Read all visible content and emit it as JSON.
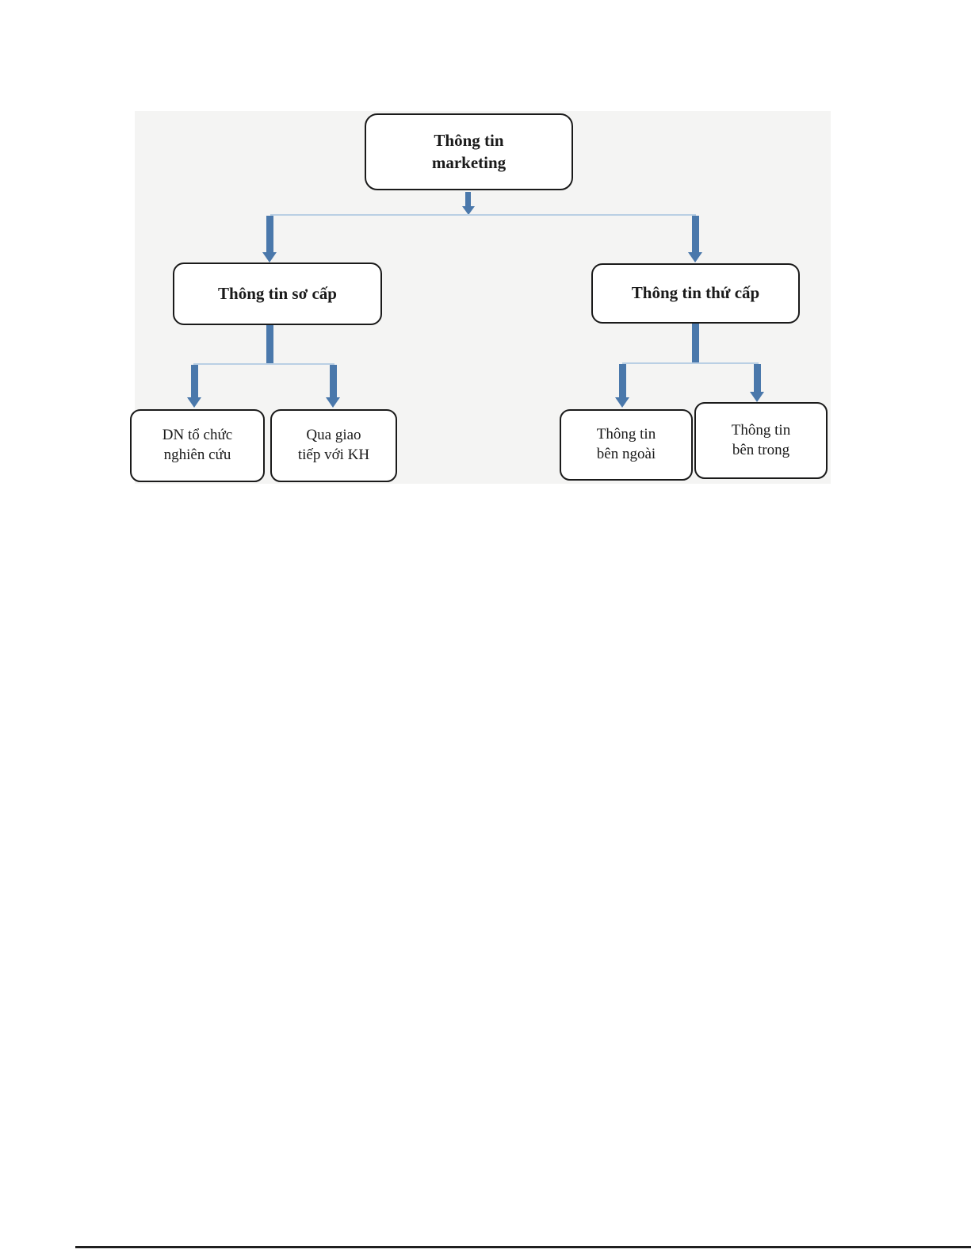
{
  "diagram": {
    "title": "Marketing information sources tree",
    "root": {
      "label": "Thông tin\nmarketing"
    },
    "level2": [
      {
        "label": "Thông tin sơ cấp"
      },
      {
        "label": "Thông tin thứ cấp"
      }
    ],
    "level3": [
      {
        "label": "DN tổ chức\nnghiên cứu"
      },
      {
        "label": "Qua giao\ntiếp với KH"
      },
      {
        "label": "Thông tin\nbên ngoài"
      },
      {
        "label": "Thông tin\nbên trong"
      }
    ],
    "colors": {
      "arrow": "#4a78ab",
      "connector": "#b9cfe4",
      "panel_background": "#f4f4f3",
      "box_border": "#1a1a1a",
      "box_fill": "#ffffff"
    }
  }
}
